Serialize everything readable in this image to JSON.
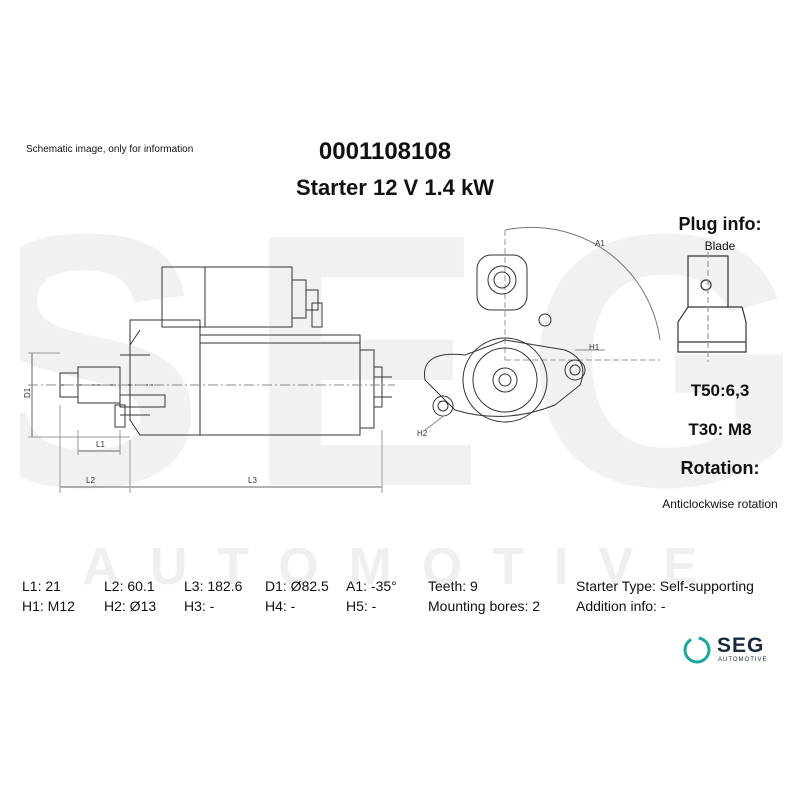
{
  "header": {
    "disclaimer": "Schematic image, only for information",
    "part_number": "0001108108",
    "description": "Starter 12 V 1.4 kW"
  },
  "plug": {
    "title": "Plug info:",
    "type": "Blade",
    "t50": "T50:6,3",
    "t30": "T30: M8",
    "rotation_title": "Rotation:",
    "rotation_value": "Anticlockwise rotation"
  },
  "drawing_labels": {
    "l1": "L1",
    "l2": "L2",
    "l3": "L3",
    "d1": "D1",
    "a1": "A1",
    "h1": "H1",
    "h2": "H2"
  },
  "specs": {
    "l1": "L1: 21",
    "l2": "L2: 60.1",
    "l3": "L3: 182.6",
    "d1": "D1: Ø82.5",
    "a1": "A1: -35°",
    "teeth": "Teeth: 9",
    "starter_type": "Starter Type:  Self-supporting",
    "h1": "H1: M12",
    "h2": "H2: Ø13",
    "h3": "H3: -",
    "h4": "H4: -",
    "h5": "H5: -",
    "mounting_bores": "Mounting bores: 2",
    "addition_info": "Addition info: -"
  },
  "logo": {
    "word": "SEG",
    "sub": "AUTOMOTIVE",
    "colors": [
      "#1aa7a0",
      "#1a2a3a"
    ]
  },
  "watermark": {
    "word": "SEG",
    "sub": "AUTOMOTIVE",
    "color": "#ececec"
  }
}
